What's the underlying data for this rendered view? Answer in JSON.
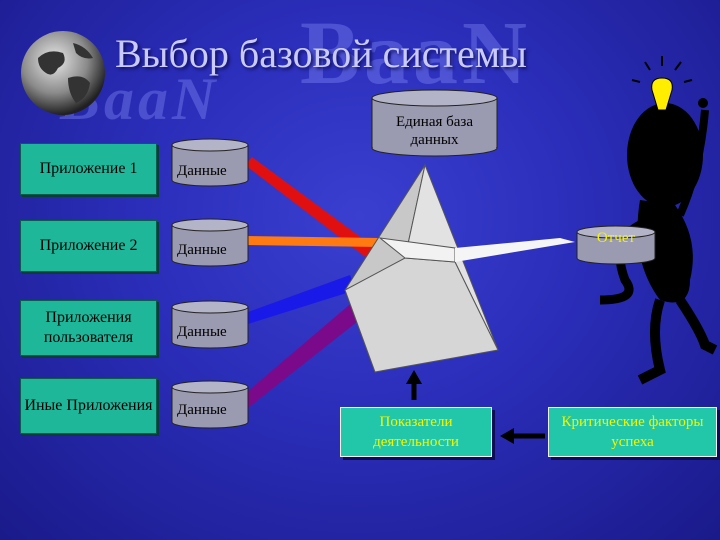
{
  "title": "Выбор базовой системы",
  "watermark": "BaaN",
  "applications": [
    {
      "label": "Приложение 1"
    },
    {
      "label": "Приложение 2"
    },
    {
      "label": "Приложения пользователя"
    },
    {
      "label": "Иные Приложения"
    }
  ],
  "data_stores": [
    {
      "label": "Данные"
    },
    {
      "label": "Данные"
    },
    {
      "label": "Данные"
    },
    {
      "label": "Данные"
    }
  ],
  "central_db": "Единая база данных",
  "report": "Отчет",
  "indicators": "Показатели деятельности",
  "success_factors": "Критические факторы успеха",
  "colors": {
    "background": "#2a2db8",
    "app_box": "#1fb79a",
    "cylinder": "#9a9ab0",
    "beam_red": "#e01010",
    "beam_orange": "#ff7a10",
    "beam_blue": "#1a1ae8",
    "beam_purple": "#7a0a8a",
    "box_text": "#f5f500"
  }
}
